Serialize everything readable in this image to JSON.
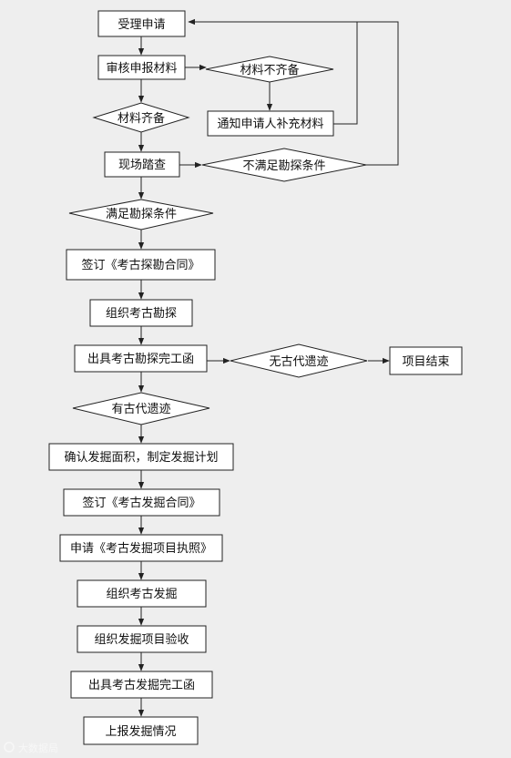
{
  "nodes": {
    "accept": "受理申请",
    "review": "审核申报材料",
    "incomplete": "材料不齐备",
    "complete": "材料齐备",
    "notify": "通知申请人补充材料",
    "survey": "现场踏查",
    "not_meet": "不满足勘探条件",
    "meet": "满足勘探条件",
    "sign1": "签订《考古探勘合同》",
    "organize_explore": "组织考古勘探",
    "issue_explore": "出具考古勘探完工函",
    "no_relics": "无古代遗迹",
    "end": "项目结束",
    "has_relics": "有古代遗迹",
    "confirm": "确认发掘面积，制定发掘计划",
    "sign2": "签订《考古发掘合同》",
    "apply": "申请《考古发掘项目执照》",
    "organize_dig": "组织考古发掘",
    "acceptance": "组织发掘项目验收",
    "issue_dig": "出具考古发掘完工函",
    "report": "上报发掘情况"
  },
  "watermark": "大数据局",
  "colors": {
    "line": "#222222",
    "box_fill": "#ffffff",
    "background": "#eeeeee"
  }
}
